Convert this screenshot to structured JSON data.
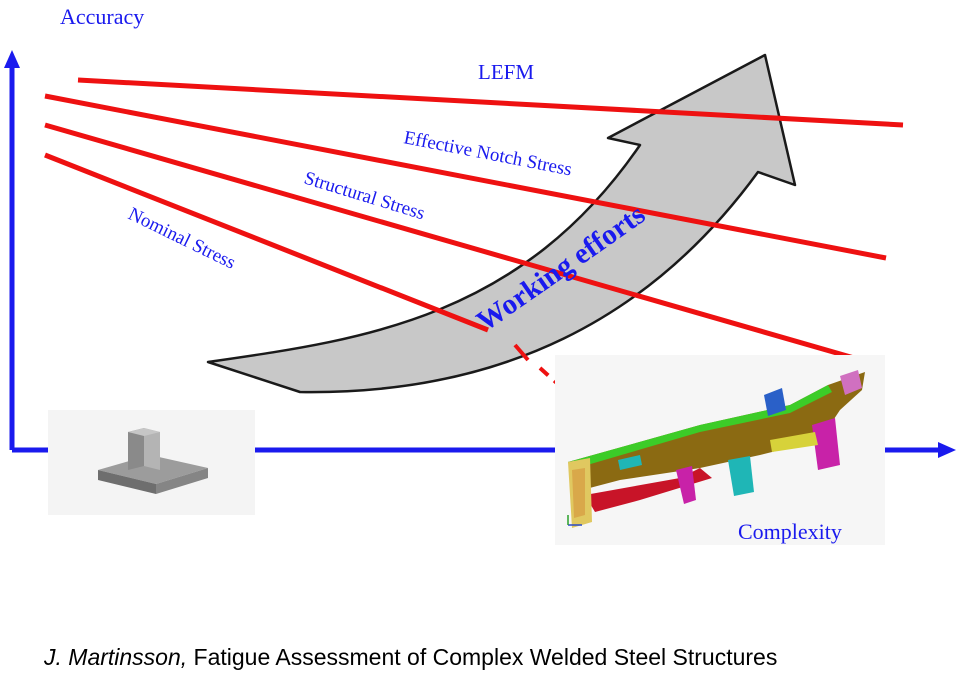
{
  "axes": {
    "y_label": "Accuracy",
    "x_label": "Complexity"
  },
  "methods": [
    {
      "id": "lefm",
      "label": "LEFM"
    },
    {
      "id": "effective-notch-stress",
      "label": "Effective Notch Stress"
    },
    {
      "id": "structural-stress",
      "label": "Structural Stress"
    },
    {
      "id": "nominal-stress",
      "label": "Nominal Stress"
    }
  ],
  "arrow_label": "Working efforts",
  "caption": {
    "author": "J. Martinsson,",
    "title": "Fatigue Assessment of Complex Welded Steel Structures"
  },
  "colors": {
    "axis": "#1a1aee",
    "method_lines": "#ee1111",
    "arrow_fill": "#c8c8c8"
  }
}
